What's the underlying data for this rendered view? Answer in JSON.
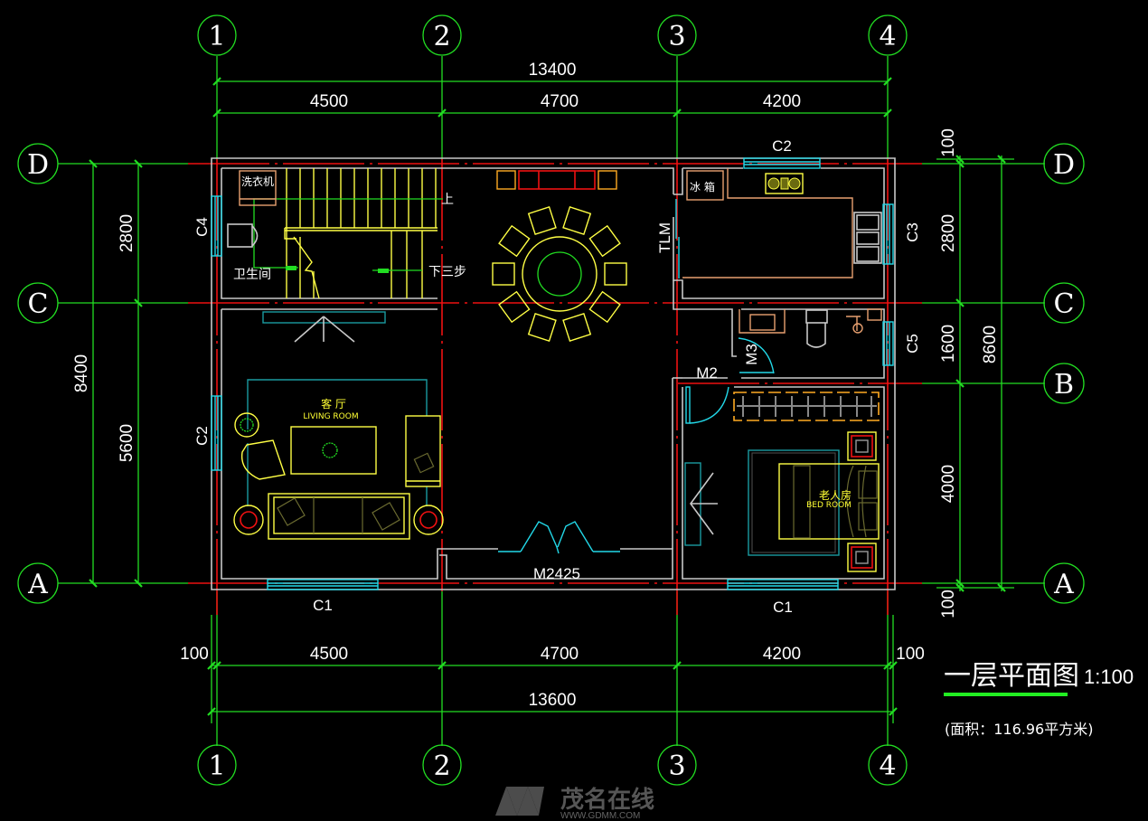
{
  "drawing": {
    "title": "一层平面图",
    "scale": "1:100",
    "area_note": "(面积：116.96平方米)",
    "watermark": {
      "brand": "茂名在线",
      "site": "WWW.GDMM.COM"
    }
  },
  "axes": {
    "vertical": [
      "1",
      "2",
      "3",
      "4"
    ],
    "horizontal": [
      "D",
      "C",
      "B",
      "A"
    ]
  },
  "dimensions": {
    "top_total": "13400",
    "top_segments": [
      "4500",
      "4700",
      "4200"
    ],
    "bottom_segments": [
      "4500",
      "4700",
      "4200"
    ],
    "bottom_offsets": [
      "100",
      "100"
    ],
    "bottom_total": "13600",
    "left_total": "8400",
    "left_segments": [
      "2800",
      "5600"
    ],
    "right_segments": [
      "2800",
      "1600",
      "4000"
    ],
    "right_offsets": [
      "100",
      "100"
    ],
    "right_total": "8600"
  },
  "labels": {
    "windows": {
      "c1_left": "C1",
      "c1_right": "C1",
      "c2_top": "C2",
      "c2_left": "C2",
      "c3": "C3",
      "c4": "C4",
      "c5": "C5"
    },
    "doors": {
      "main": "M2425",
      "m2": "M2",
      "m3": "M3",
      "tlm": "TLM"
    },
    "rooms": {
      "washer": "洗衣机",
      "bathroom": "卫生间",
      "stair_up": "上",
      "stair_down": "下三步",
      "fridge": "冰 箱",
      "living_cn": "客 厅",
      "living_en": "LIVING ROOM",
      "bedroom_cn": "老人房",
      "bedroom_en": "BED ROOM"
    }
  }
}
